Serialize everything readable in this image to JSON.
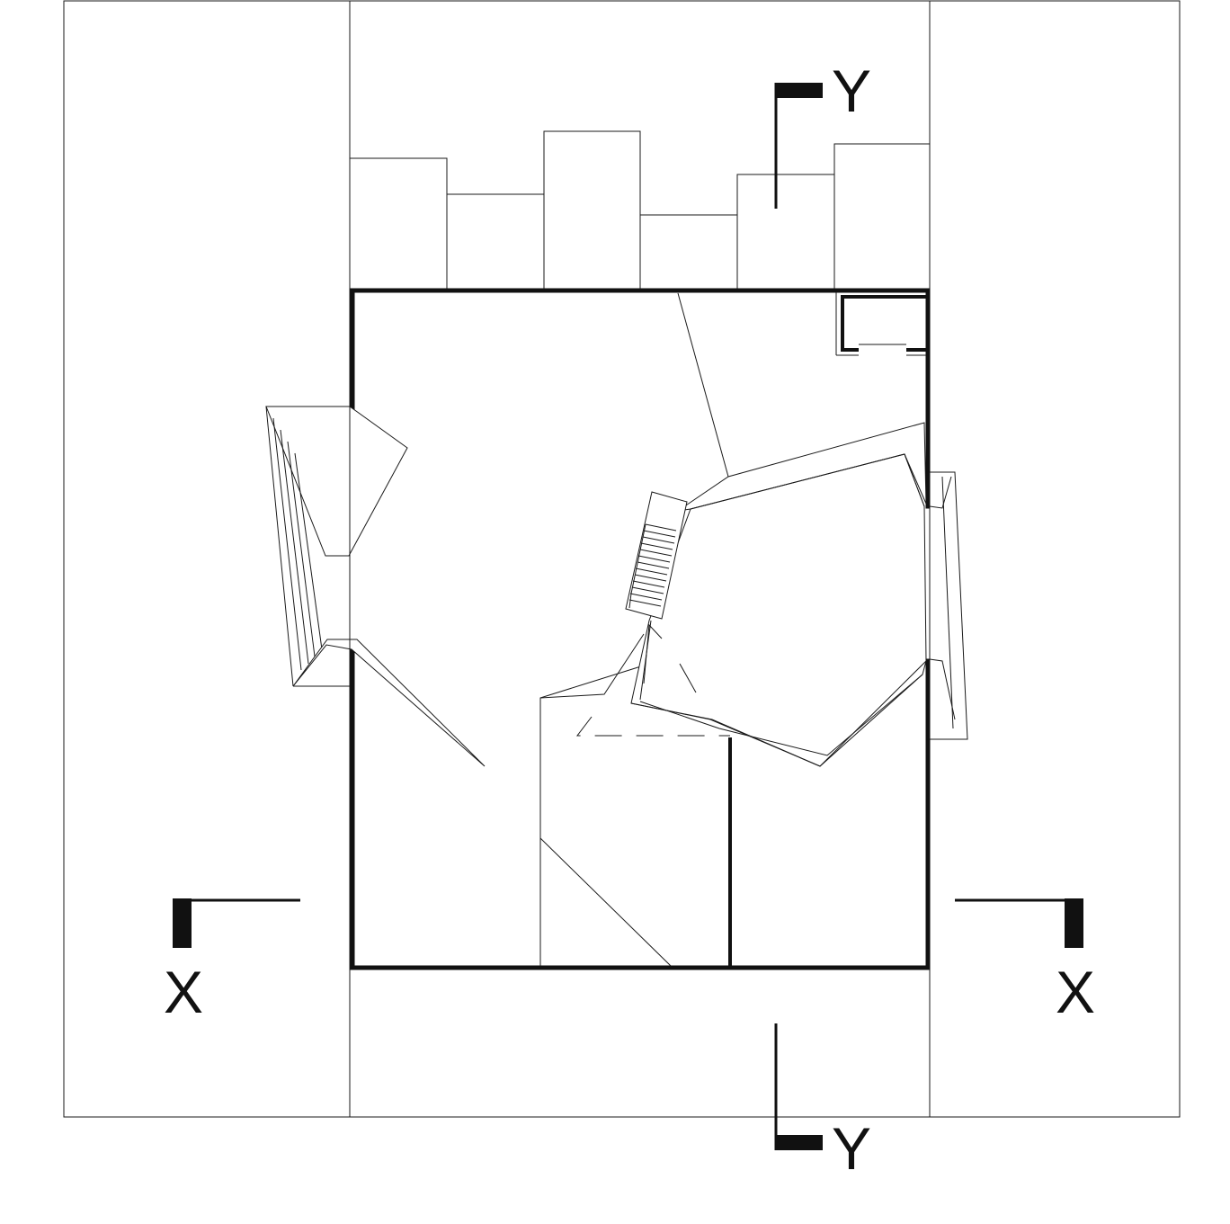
{
  "section_markers": {
    "x_left": "X",
    "x_right": "X",
    "y_top": "Y",
    "y_bottom": "Y"
  },
  "colors": {
    "line": "#1a1a1a",
    "background": "#ffffff"
  }
}
